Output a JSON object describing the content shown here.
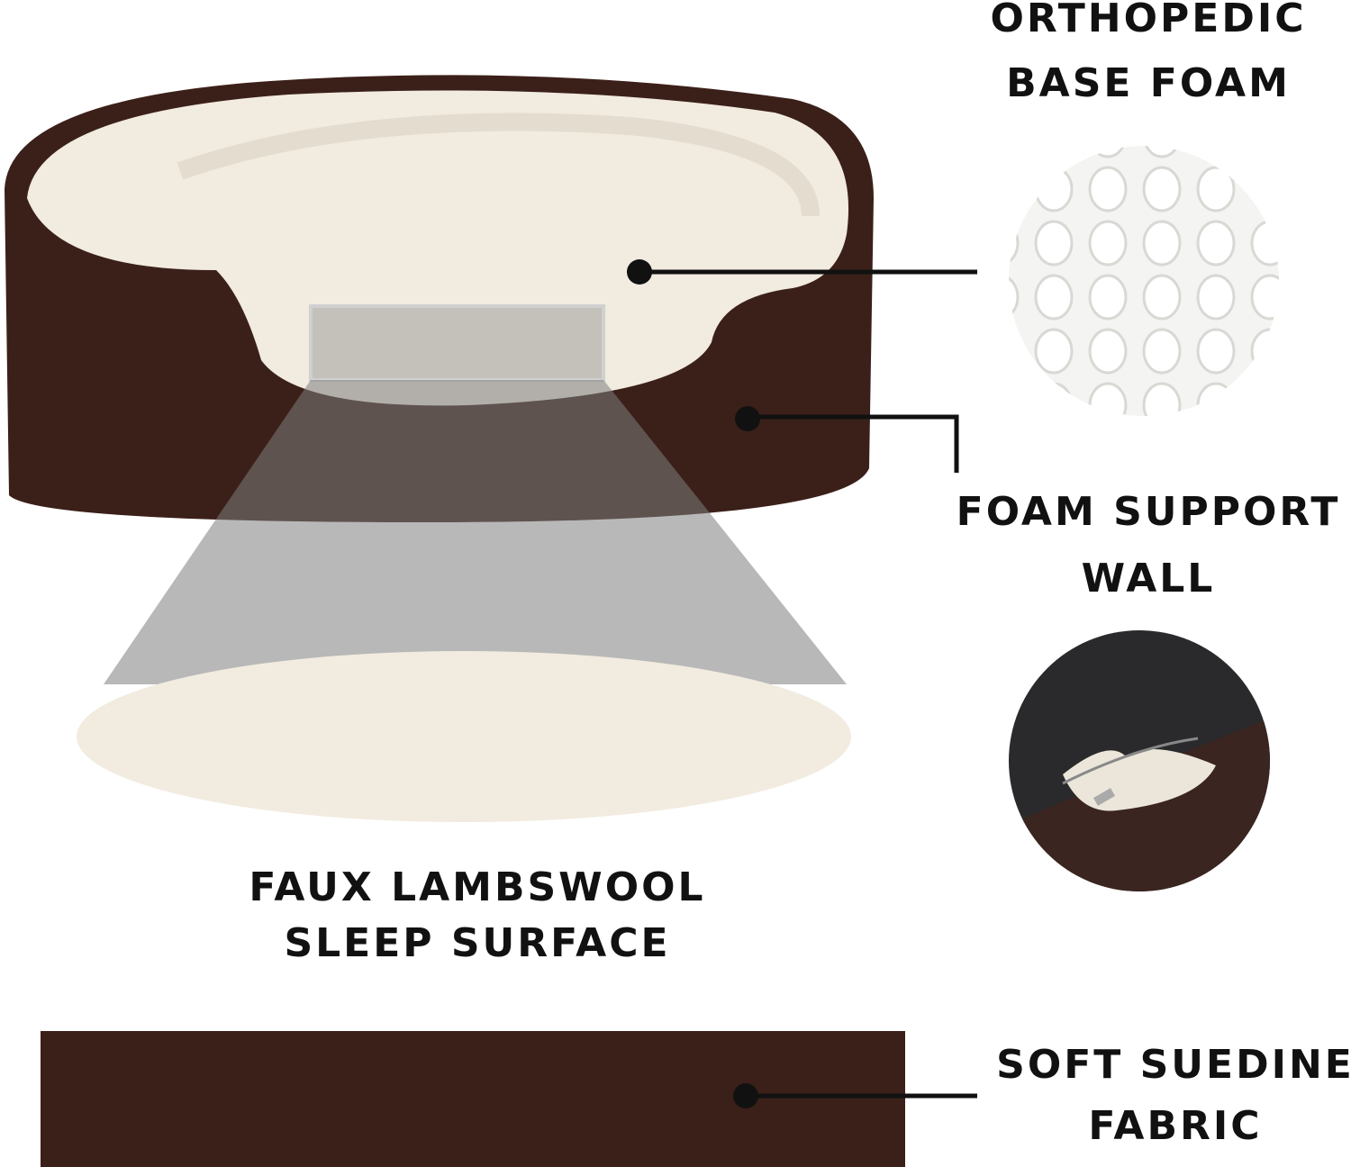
{
  "labels": {
    "orthopedic": [
      "ORTHOPEDIC",
      "BASE FOAM"
    ],
    "support_wall": [
      "FOAM SUPPORT",
      "WALL"
    ],
    "lambswool": [
      "FAUX LAMBSWOOL",
      "SLEEP SURFACE"
    ],
    "suedine": [
      "SOFT SUEDINE",
      "FABRIC"
    ]
  },
  "colors": {
    "brown": "#3b2019",
    "cream": "#f3ece0",
    "foam": "#f7f7f5",
    "black_fabric": "#2a2a2c",
    "callout": "#111111"
  }
}
